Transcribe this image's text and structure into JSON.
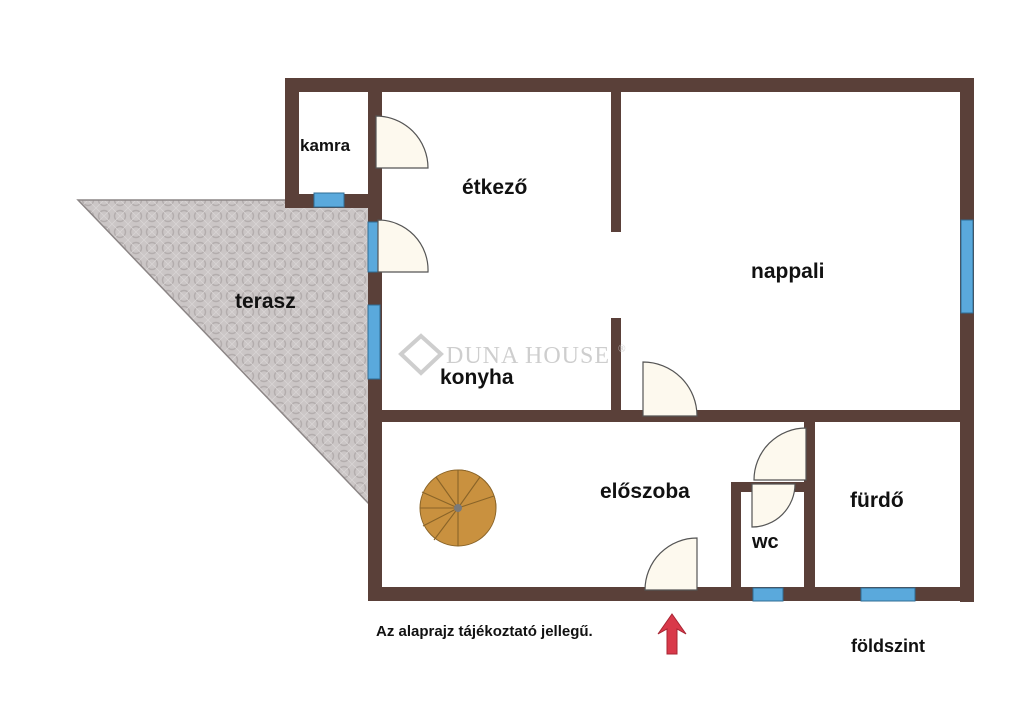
{
  "rooms": {
    "kamra": "kamra",
    "etkezo": "étkező",
    "nappali": "nappali",
    "terasz": "terasz",
    "konyha": "konyha",
    "eloszoba": "előszoba",
    "wc": "wc",
    "furdo": "fürdő"
  },
  "watermark": "DUNA HOUSE",
  "watermark_mark": "®",
  "disclaimer": "Az alaprajz tájékoztató jellegű.",
  "floor_label": "földszint",
  "colors": {
    "wall": "#5a4039",
    "window": "#5aa9dc",
    "door": "#fdf9ee",
    "stairs": "#c9913f",
    "terrace": "#c9c5c5",
    "arrow": "#d9394a"
  },
  "icons": {
    "entrance_arrow": "arrow-up-icon",
    "watermark_logo": "diamond-logo-icon"
  }
}
